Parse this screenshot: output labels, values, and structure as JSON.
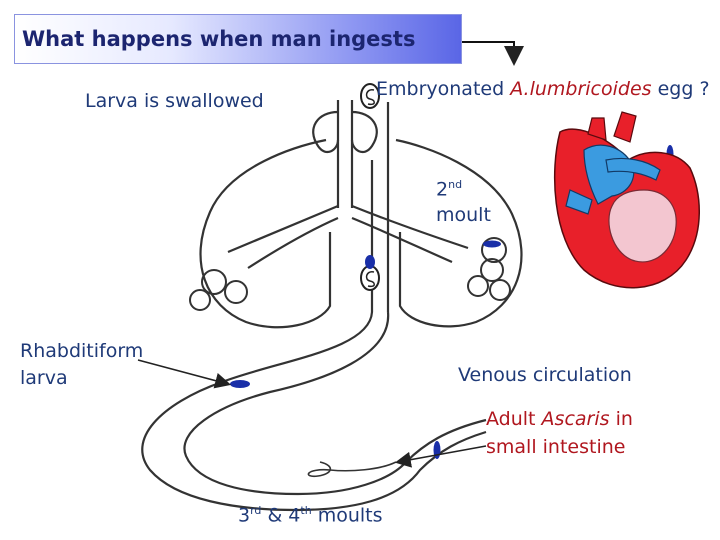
{
  "title": "What happens when man ingests",
  "labels": {
    "egg_prefix": "Embryonated ",
    "egg_species": "A.lumbricoides",
    "egg_suffix": " egg ?",
    "larva_swallowed": "Larva is swallowed",
    "second_moult_num": "2",
    "second_moult_sup": "nd",
    "second_moult_word": "moult",
    "rhabditiform_line1": "Rhabditiform",
    "rhabditiform_line2": "larva",
    "venous": "Venous  circulation",
    "adult_prefix": "Adult ",
    "adult_species": "Ascaris",
    "adult_suffix": " in",
    "adult_line2": "small intestine",
    "moults_3rd": "3",
    "moults_3rd_sup": "rd",
    "moults_amp": " & 4",
    "moults_4th_sup": "th",
    "moults_word": "  moults"
  },
  "colors": {
    "title_text": "#1c2570",
    "label_blue": "#1f3a78",
    "label_red": "#b0171f",
    "larva_blue": "#1a2fa8",
    "heart_red": "#e8202a",
    "heart_blue": "#3b9be0",
    "heart_pink": "#f3c6d0"
  }
}
